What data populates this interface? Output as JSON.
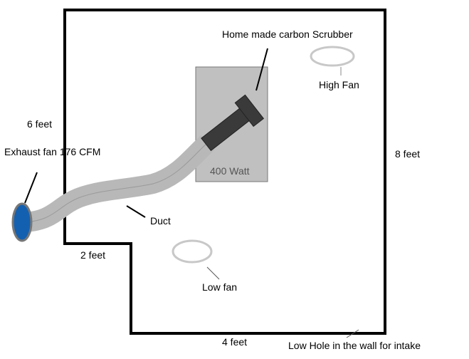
{
  "diagram": {
    "labels": {
      "scrubber": "Home made carbon Scrubber",
      "high_fan": "High Fan",
      "left_height": "6 feet",
      "exhaust_fan": "Exhaust fan 176 CFM",
      "right_height": "8 feet",
      "light": "400 Watt",
      "duct": "Duct",
      "step_width": "2 feet",
      "low_fan": "Low fan",
      "bottom_width": "4 feet",
      "intake": "Low Hole in the wall for intake"
    },
    "colors": {
      "outline": "#000000",
      "light_box": "#c0c0c0",
      "duct": "#b8b8b8",
      "scrubber": "#3a3a3a",
      "exhaust_fan": "#1460b0",
      "fan_ring": "#c8c8c8"
    }
  }
}
